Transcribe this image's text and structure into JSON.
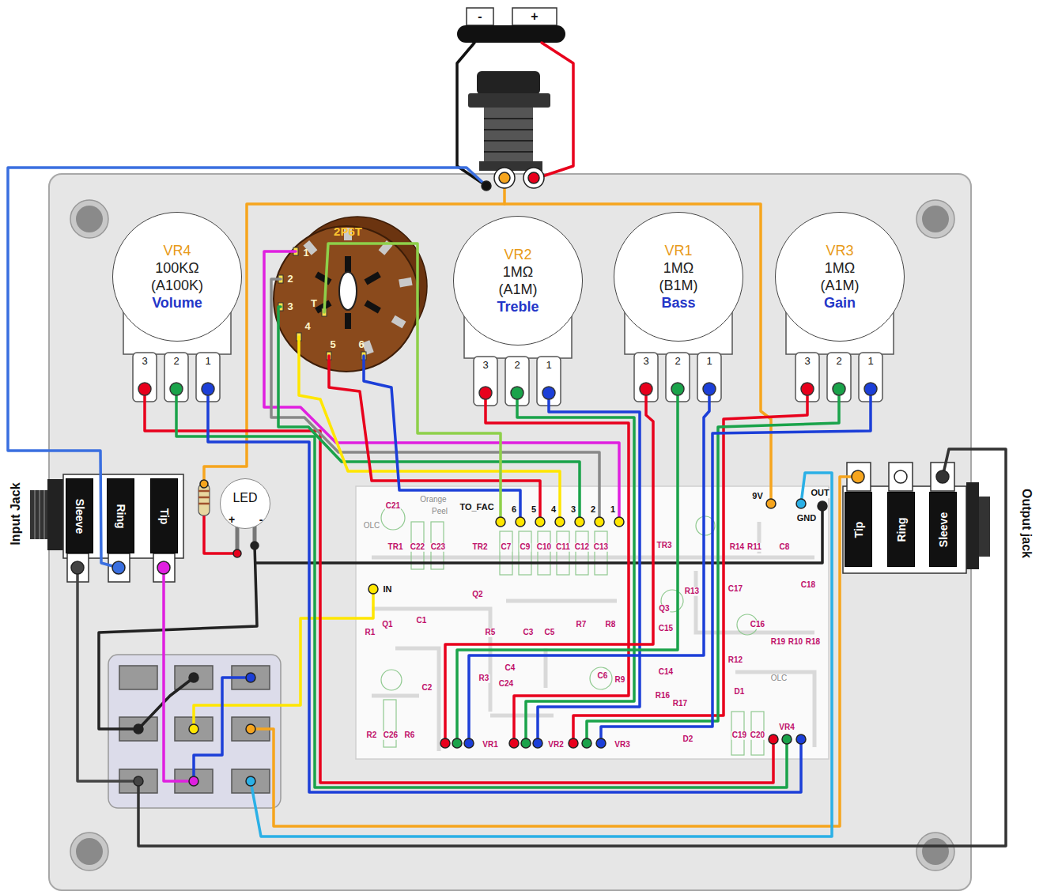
{
  "diagram": {
    "nodes": [
      {
        "text": [
          "VR4",
          "100KΩ",
          "(A100K)",
          "Volume"
        ]
      },
      {
        "text": [
          "VR2",
          "1MΩ",
          "(A1M)",
          "Treble"
        ]
      },
      {
        "text": [
          "VR1",
          "1MΩ",
          "(B1M)",
          "Bass"
        ]
      },
      {
        "text": [
          "VR3",
          "1MΩ",
          "(A1M)",
          "Gain"
        ]
      },
      {
        "text": [
          "2P6T"
        ]
      },
      {
        "text": [
          "LED"
        ]
      },
      {
        "text": [
          "Sleeve"
        ]
      },
      {
        "text": [
          "Ring"
        ]
      },
      {
        "text": [
          "Tip"
        ]
      },
      {
        "text": [
          "Tip"
        ]
      },
      {
        "text": [
          "Ring"
        ]
      },
      {
        "text": [
          "Sleeve"
        ]
      }
    ],
    "labels": [
      "-",
      "+",
      "3",
      "2",
      "1",
      "3",
      "2",
      "1",
      "3",
      "2",
      "1",
      "3",
      "2",
      "1",
      "1",
      "2",
      "3",
      "4",
      "5",
      "6",
      "T",
      "+",
      "-",
      "Input Jack",
      "Output jack",
      "TO_FAC",
      "6",
      "5",
      "4",
      "3",
      "2",
      "1",
      "9V",
      "OUT",
      "GND",
      "IN",
      "Orange",
      "Peel",
      "OLC",
      "C21",
      "TR1",
      "C22",
      "C23",
      "TR2",
      "C7",
      "C9",
      "C10",
      "C11",
      "C12",
      "C13",
      "TR3",
      "R14",
      "R11",
      "C8",
      "C18",
      "Q2",
      "R1",
      "Q1",
      "C1",
      "Q3",
      "C15",
      "R13",
      "C17",
      "C16",
      "R19",
      "R10",
      "R18",
      "R7",
      "R8",
      "C4",
      "C3",
      "C5",
      "C6",
      "C14",
      "R12",
      "C2",
      "R3",
      "C24",
      "R5",
      "R2",
      "C26",
      "R6",
      "VR1",
      "VR2",
      "VR3",
      "R9",
      "R16",
      "R17",
      "D2",
      "D1",
      "C19",
      "C20",
      "VR4",
      "OLC"
    ]
  }
}
